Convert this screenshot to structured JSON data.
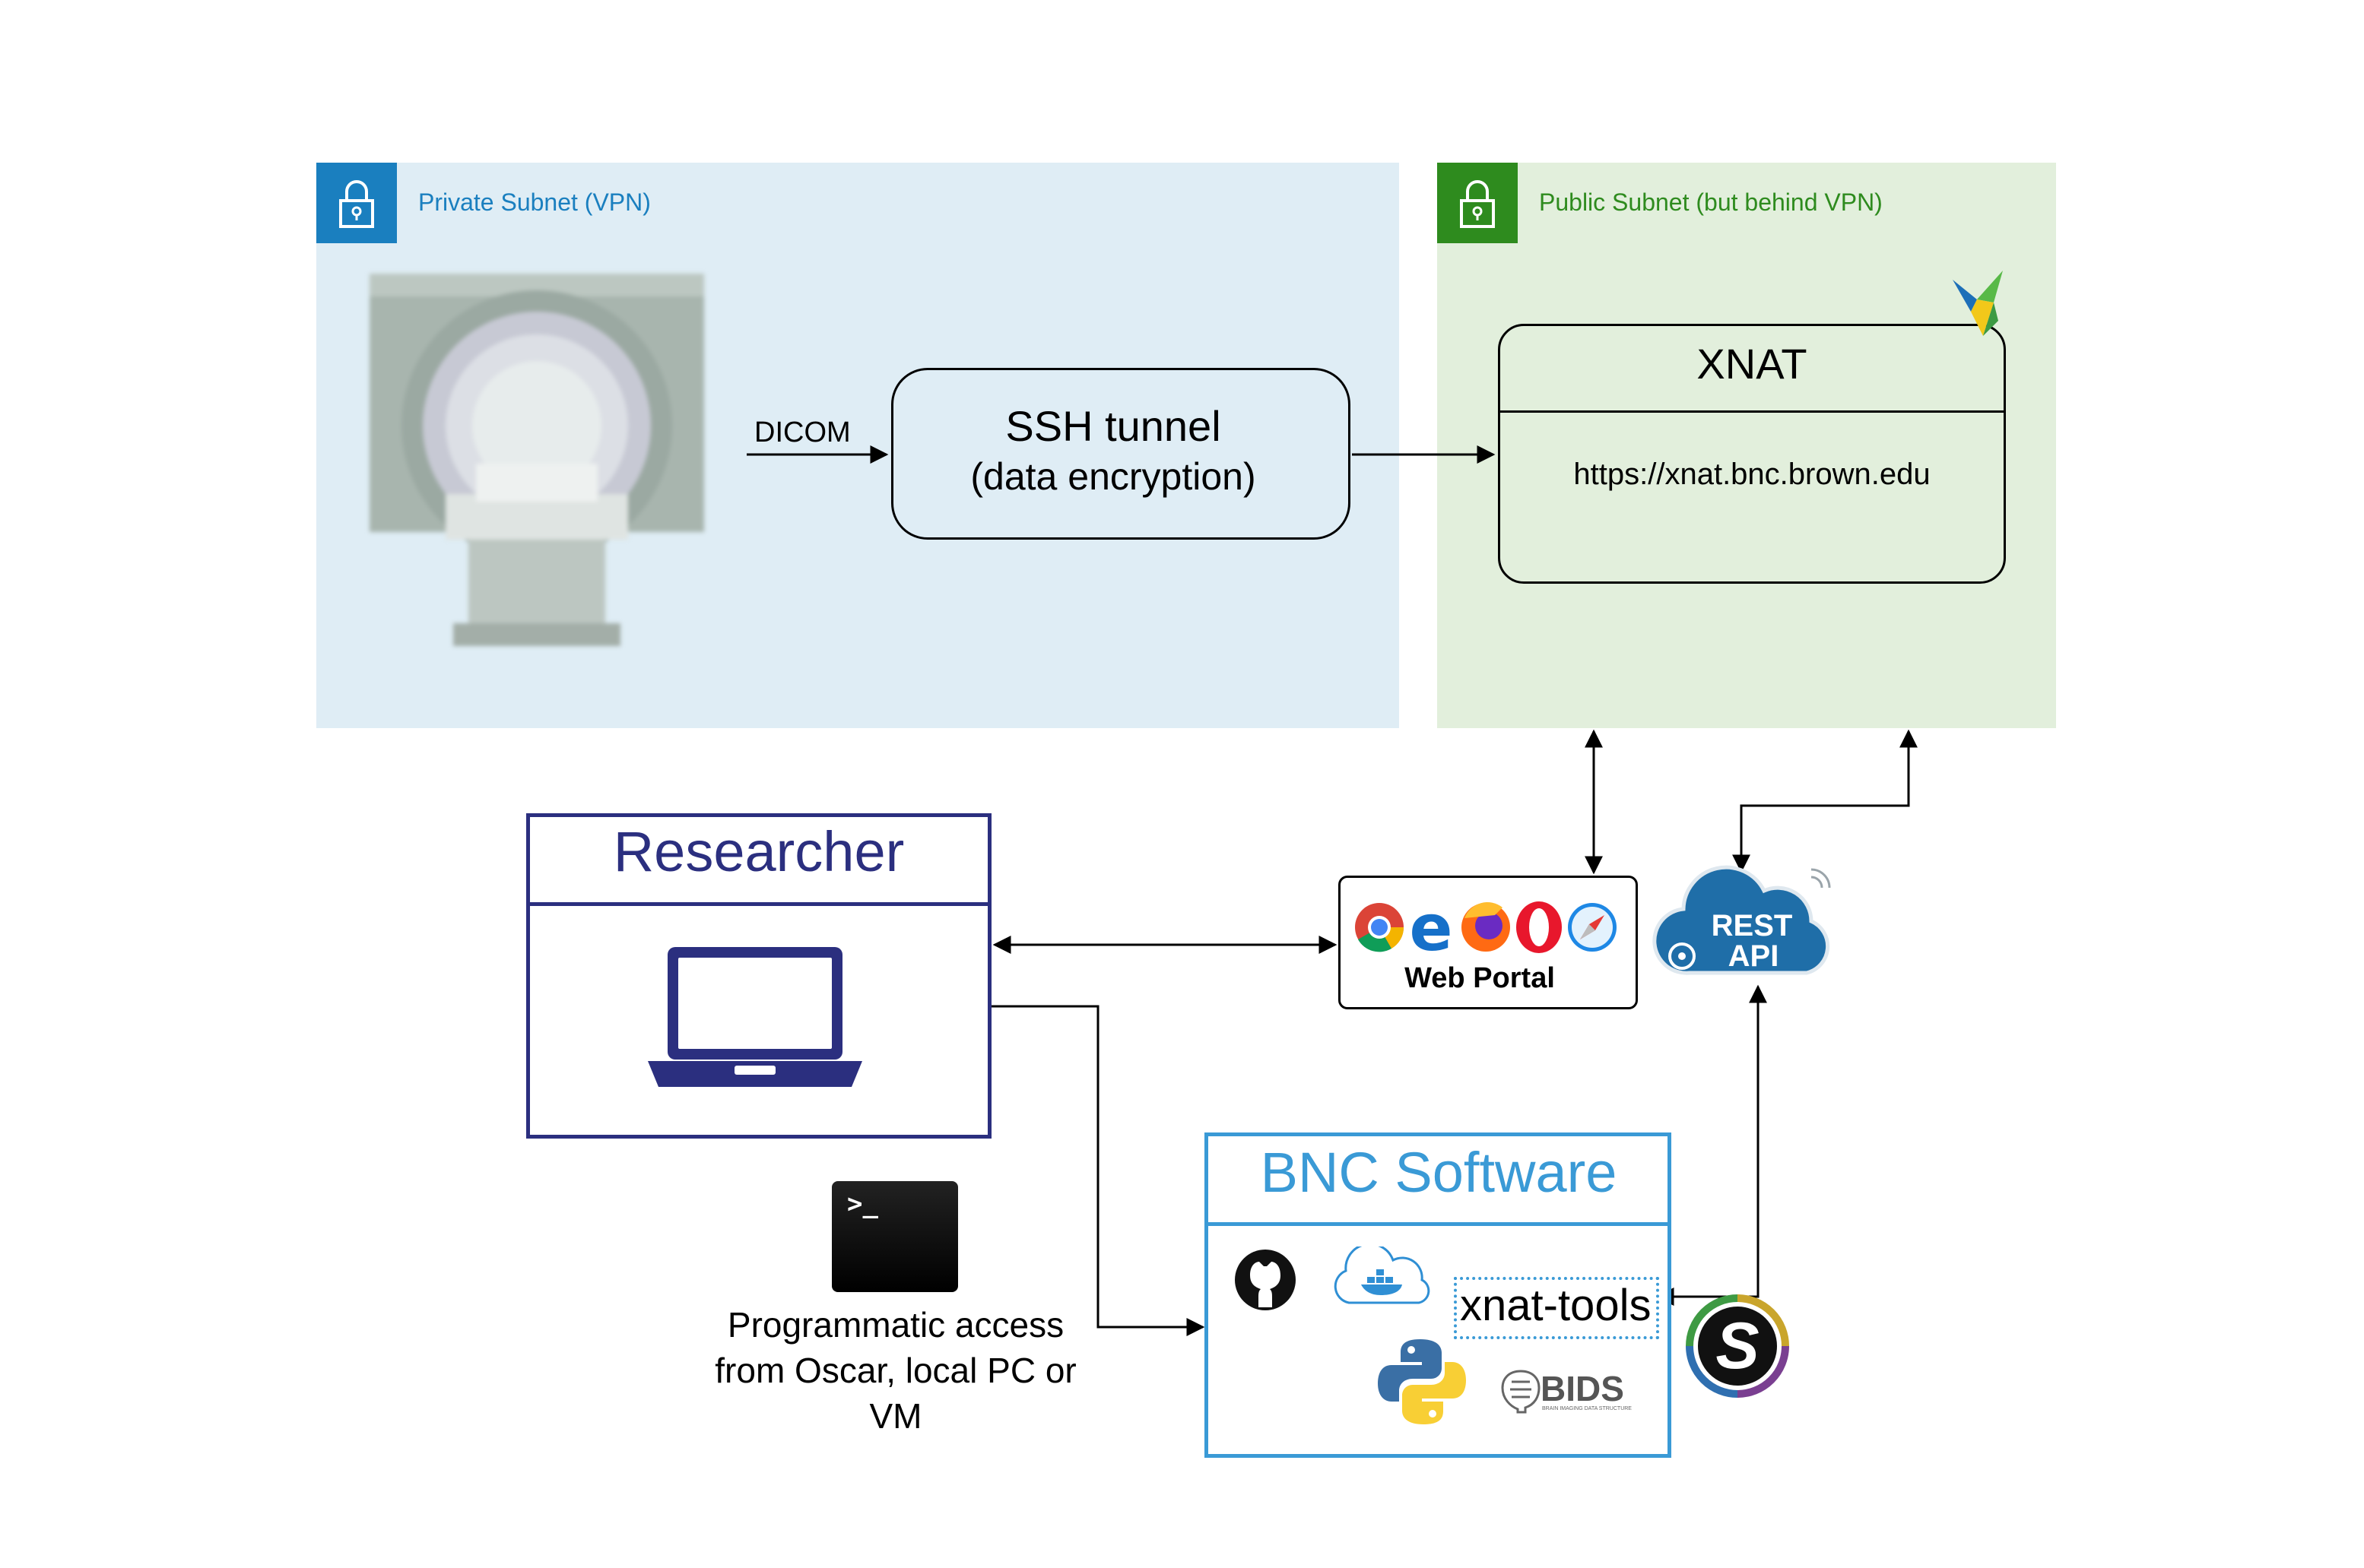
{
  "private_subnet": {
    "label": "Private Subnet (VPN)",
    "color": "#1a7fbf",
    "fill": "#dfedf5"
  },
  "public_subnet": {
    "label": "Public Subnet (but behind VPN)",
    "color": "#2e8b1e",
    "fill": "#e2efdc"
  },
  "mri": {
    "icon": "mri-scanner-icon"
  },
  "dicom_label": "DICOM",
  "ssh_tunnel": {
    "title": "SSH tunnel",
    "subtitle": "(data encryption)"
  },
  "xnat": {
    "title": "XNAT",
    "url": "https://xnat.bnc.brown.edu",
    "icon": "xnat-logo-icon"
  },
  "researcher": {
    "title": "Researcher",
    "icon": "laptop-icon",
    "color": "#2b2f7f"
  },
  "web_portal": {
    "label": "Web Portal",
    "icons": [
      "chrome-icon",
      "edge-icon",
      "firefox-icon",
      "opera-icon",
      "safari-icon"
    ]
  },
  "rest_api": {
    "line1": "REST",
    "line2": "API",
    "icon": "rest-api-cloud-icon",
    "color": "#1f6ea8"
  },
  "terminal": {
    "prompt": ">_",
    "icon": "terminal-icon"
  },
  "programmatic": {
    "lines": [
      "Programmatic access",
      "from Oscar, local PC or",
      "VM"
    ]
  },
  "bnc_software": {
    "title": "BNC Software",
    "color": "#3a9ad6",
    "xnat_tools": "xnat-tools",
    "bids": "BIDS",
    "bids_sub": "BRAIN IMAGING DATA STRUCTURE",
    "icons": [
      "github-icon",
      "docker-icon",
      "python-icon",
      "bids-logo-icon"
    ]
  },
  "singularity": {
    "letter": "S",
    "icon": "singularity-icon"
  }
}
